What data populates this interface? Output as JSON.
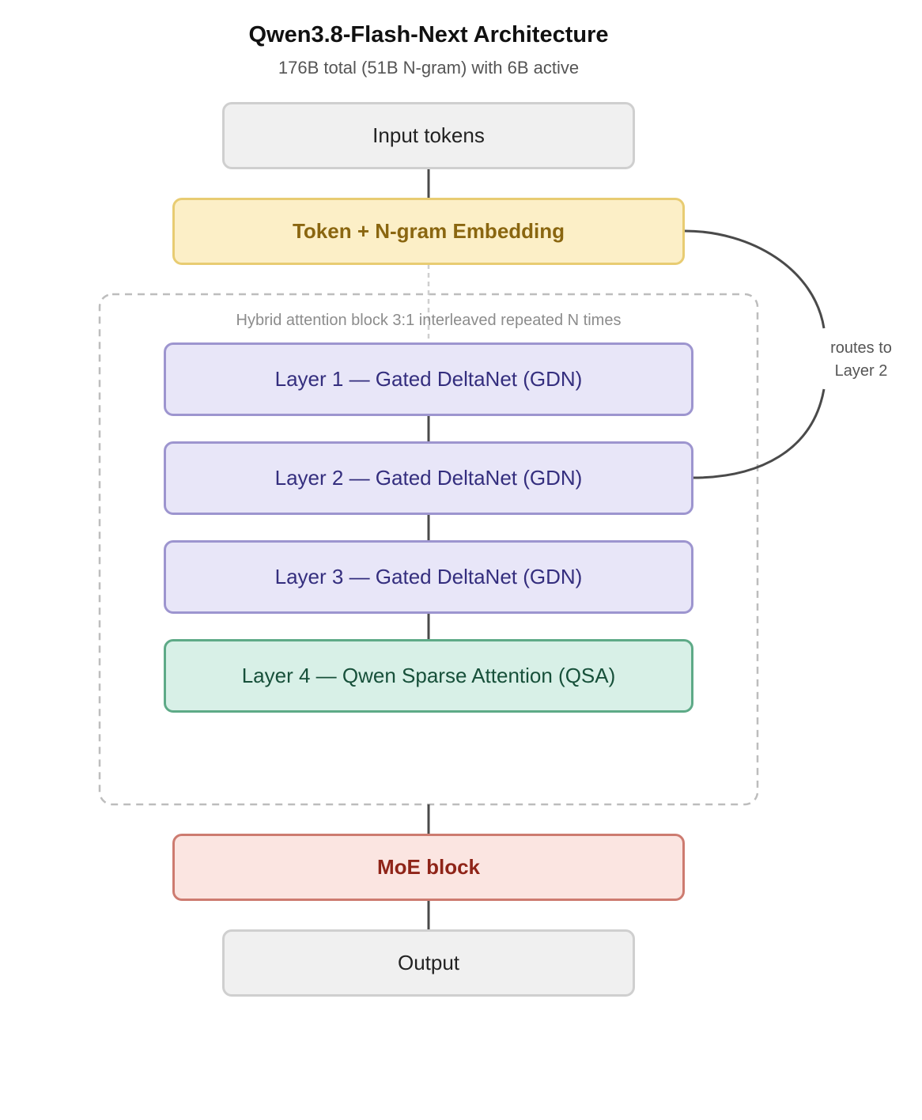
{
  "header": {
    "title": "Qwen3.8-Flash-Next Architecture",
    "subtitle": "176B total (51B N-gram) with 6B active"
  },
  "nodes": {
    "input": "Input tokens",
    "embedding": "Token + N-gram Embedding",
    "layer1": "Layer 1 — Gated DeltaNet (GDN)",
    "layer2": "Layer 2 — Gated DeltaNet (GDN)",
    "layer3": "Layer 3 — Gated DeltaNet (GDN)",
    "layer4": "Layer 4 — Qwen Sparse Attention (QSA)",
    "moe": "MoE block",
    "output": "Output"
  },
  "group": {
    "label": "Hybrid attention block 3:1 interleaved repeated N times"
  },
  "route": {
    "line1": "routes to",
    "line2": "Layer 2"
  },
  "colors": {
    "embedding_fill": "#fcefc7",
    "embedding_border": "#e8cc72",
    "gdn_fill": "#e8e6f8",
    "gdn_border": "#9d95cf",
    "qsa_fill": "#d8f0e7",
    "qsa_border": "#5eaa87",
    "moe_fill": "#fbe5e1",
    "moe_border": "#cd7b70",
    "neutral_fill": "#f0f0f0",
    "connector": "#4a4a4a"
  }
}
